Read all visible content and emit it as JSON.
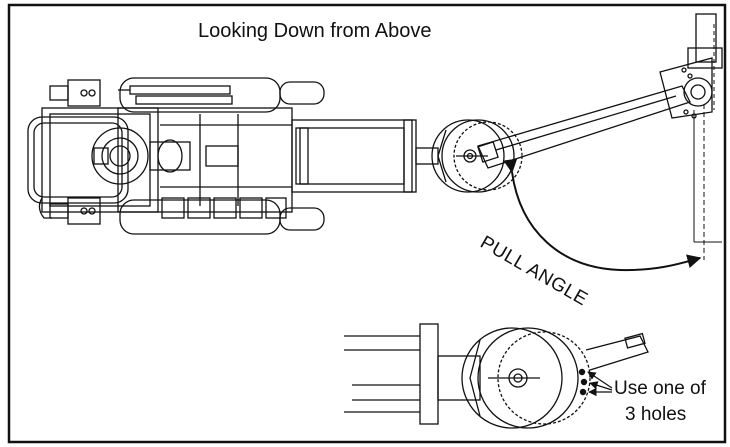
{
  "title": "Looking Down from Above",
  "pull_label": "PULL ANGLE",
  "holes_note_line1": "Use one of",
  "holes_note_line2": "3 holes",
  "colors": {
    "line": "#111111",
    "background": "#ffffff"
  }
}
